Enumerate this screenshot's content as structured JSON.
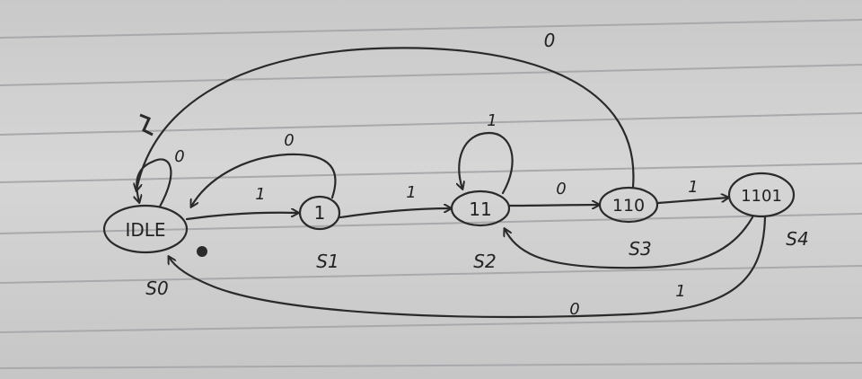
{
  "diagram": {
    "states": [
      {
        "id": "idle",
        "label": "IDLE",
        "name": "S0"
      },
      {
        "id": "s1",
        "label": "1",
        "name": "S1"
      },
      {
        "id": "s2",
        "label": "11",
        "name": "S2"
      },
      {
        "id": "s3",
        "label": "110",
        "name": "S3"
      },
      {
        "id": "s4",
        "label": "1101",
        "name": "S4"
      }
    ],
    "transitions": [
      {
        "id": "idle-self",
        "from": "IDLE",
        "to": "IDLE",
        "input": "0"
      },
      {
        "id": "idle-s1",
        "from": "IDLE",
        "to": "S1",
        "input": "1"
      },
      {
        "id": "s1-idle",
        "from": "S1",
        "to": "IDLE",
        "input": "0"
      },
      {
        "id": "s1-s2",
        "from": "S1",
        "to": "S2",
        "input": "1"
      },
      {
        "id": "s2-self",
        "from": "S2",
        "to": "S2",
        "input": "1"
      },
      {
        "id": "s2-s3",
        "from": "S2",
        "to": "S3",
        "input": "0"
      },
      {
        "id": "s3-idle",
        "from": "S3",
        "to": "IDLE",
        "input": "0"
      },
      {
        "id": "s3-s4",
        "from": "S3",
        "to": "S4",
        "input": "1"
      },
      {
        "id": "s4-s2",
        "from": "S4",
        "to": "S2",
        "input": "1"
      },
      {
        "id": "s4-idle",
        "from": "S4",
        "to": "IDLE",
        "input": "0"
      }
    ]
  }
}
